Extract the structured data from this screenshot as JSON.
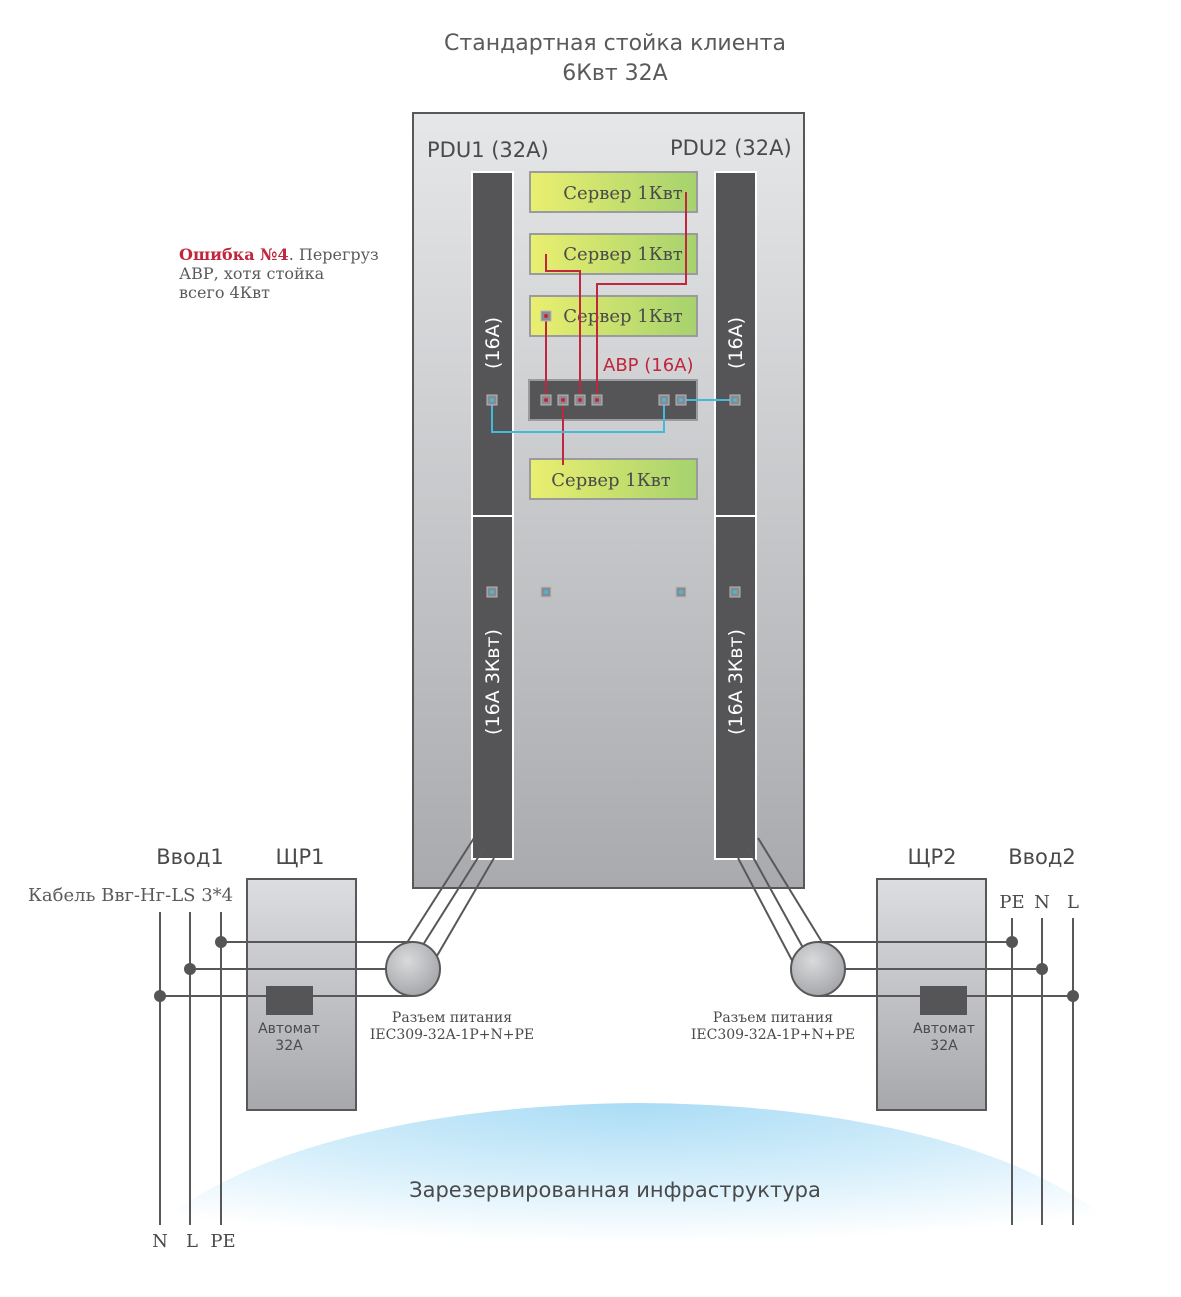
{
  "title": {
    "line1": "Стандартная стойка клиента",
    "line2": "6Квт 32А"
  },
  "rack": {
    "pdu1_label": "PDU1 (32A)",
    "pdu2_label": "PDU2 (32A)",
    "pdu1_top_label": "(16A)",
    "pdu2_top_label": "(16A)",
    "pdu1_bottom_label": "(16А 3Квт)",
    "pdu2_bottom_label": "(16А 3Квт)",
    "servers": [
      "Сервер 1Квт",
      "Сервер 1Квт",
      "Сервер 1Квт",
      "Сервер 1Квт"
    ],
    "avr_label": "АВР (16А)"
  },
  "error_note": {
    "bold": "Ошибка №4",
    "rest_line1": ". Перегруз",
    "line2": "АВР, хотя стойка",
    "line3": "всего 4Квт"
  },
  "left": {
    "input_label": "Ввод1",
    "panel_label": "ЩР1",
    "cable_label": "Кабель Ввг-Нг-LS 3*4",
    "breaker_line1": "Автомат",
    "breaker_line2": "32А",
    "connector_line1": "Разъем питания",
    "connector_line2": "IEC309-32A-1P+N+PE",
    "bottom_labels": [
      "N",
      "L",
      "PE"
    ]
  },
  "right": {
    "input_label": "Ввод2",
    "panel_label": "ЩР2",
    "top_labels": [
      "PE",
      "N",
      "L"
    ],
    "breaker_line1": "Автомат",
    "breaker_line2": "32А",
    "connector_line1": "Разъем питания",
    "connector_line2": "IEC309-32A-1P+N+PE"
  },
  "infrastructure_label": "Зарезервированная инфраструктура",
  "colors": {
    "red_wire": "#c0263d",
    "blue_wire": "#43b8e0",
    "pdu": "#555557",
    "server_left": "#e9ee6e",
    "server_right": "#a9d46f",
    "cloud": "#b8e2f7",
    "error_text": "#c0263d"
  }
}
